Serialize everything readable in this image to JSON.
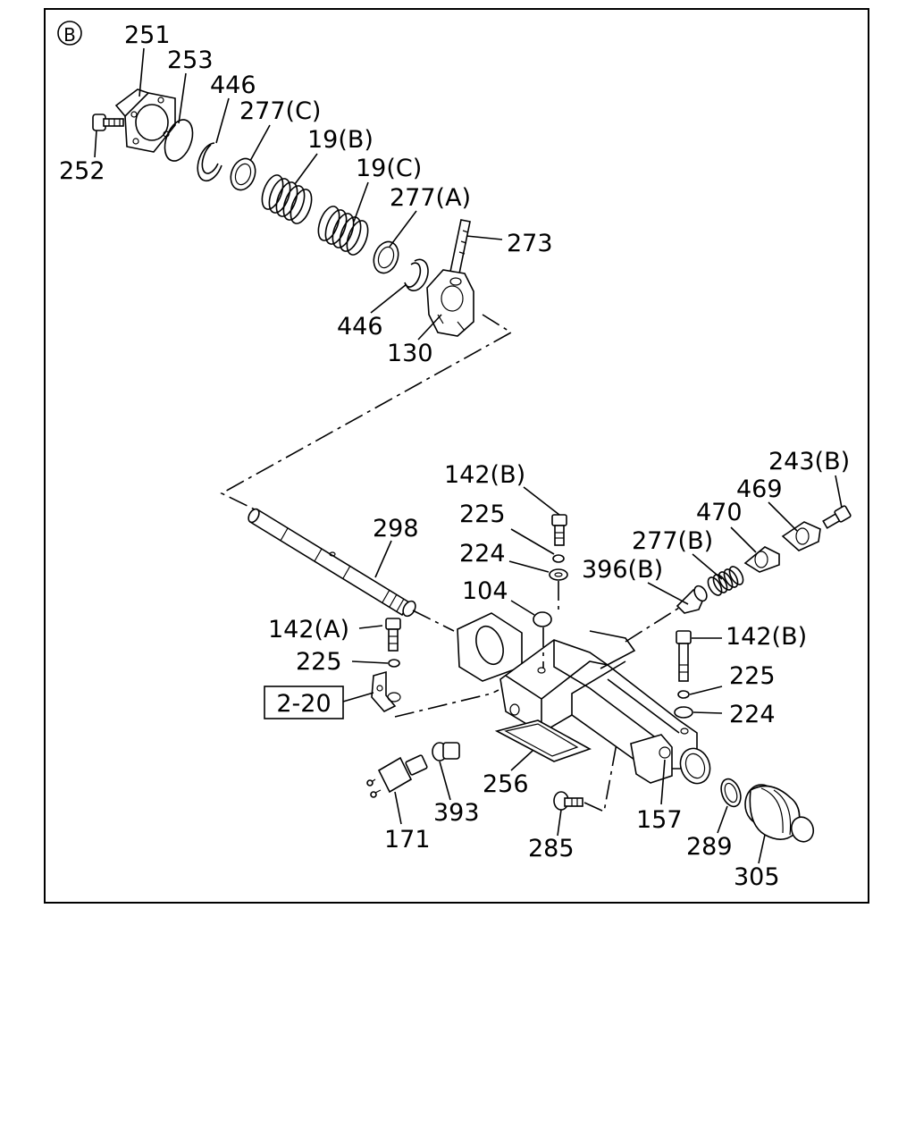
{
  "section_marker": "B",
  "reference_box": "2-20",
  "labels": {
    "p251": "251",
    "p253": "253",
    "p446a": "446",
    "p277c": "277(C)",
    "p19b": "19(B)",
    "p19c": "19(C)",
    "p252": "252",
    "p277a": "277(A)",
    "p273": "273",
    "p446b": "446",
    "p130": "130",
    "p243b": "243(B)",
    "p469": "469",
    "p142b_top": "142(B)",
    "p470": "470",
    "p298": "298",
    "p225_top": "225",
    "p277b": "277(B)",
    "p224_top": "224",
    "p396b": "396(B)",
    "p104": "104",
    "p142a": "142(A)",
    "p142b_right": "142(B)",
    "p225_left": "225",
    "p225_right": "225",
    "p224_right": "224",
    "p256": "256",
    "p393": "393",
    "p157": "157",
    "p171": "171",
    "p285": "285",
    "p289": "289",
    "p305": "305"
  }
}
